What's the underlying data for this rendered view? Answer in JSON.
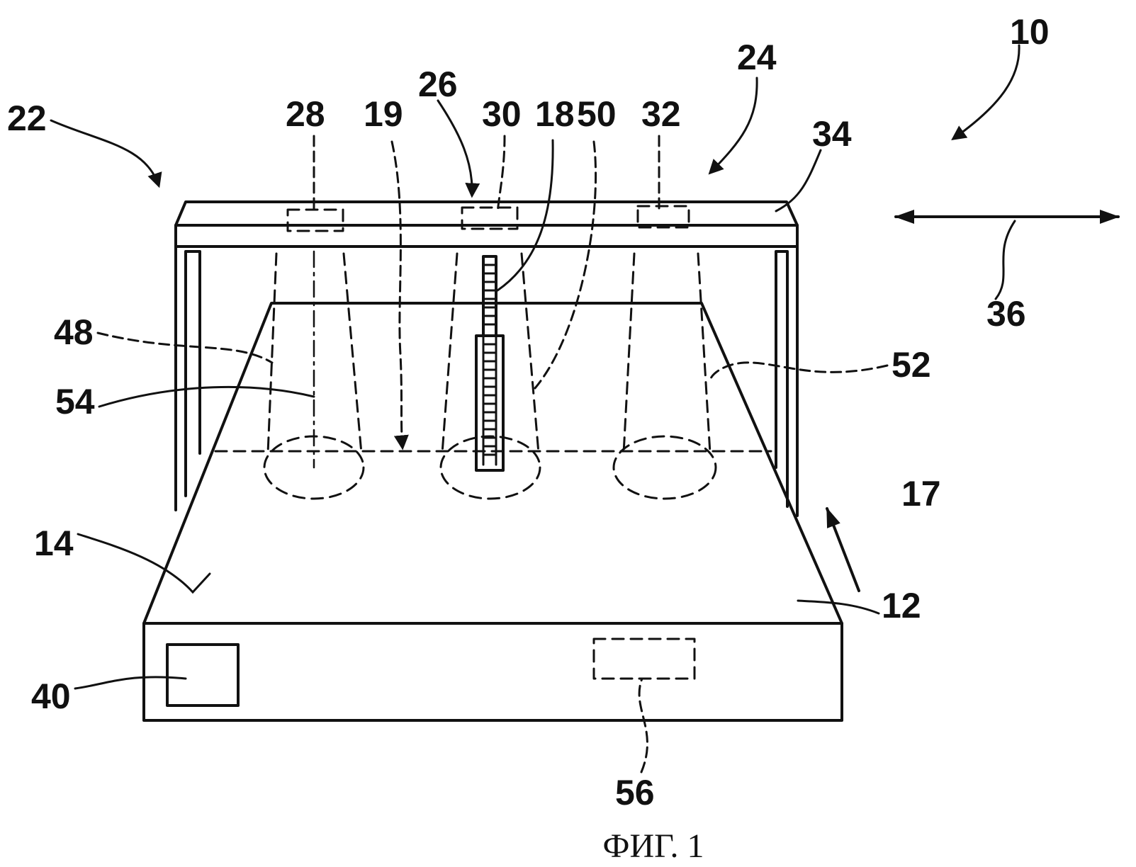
{
  "caption": "ФИГ. 1",
  "labels": {
    "n10": "10",
    "n12": "12",
    "n14": "14",
    "n17": "17",
    "n18": "18",
    "n19": "19",
    "n22": "22",
    "n24": "24",
    "n26": "26",
    "n28": "28",
    "n30": "30",
    "n32": "32",
    "n34": "34",
    "n36": "36",
    "n40": "40",
    "n48": "48",
    "n50": "50",
    "n52": "52",
    "n54": "54",
    "n56": "56"
  }
}
